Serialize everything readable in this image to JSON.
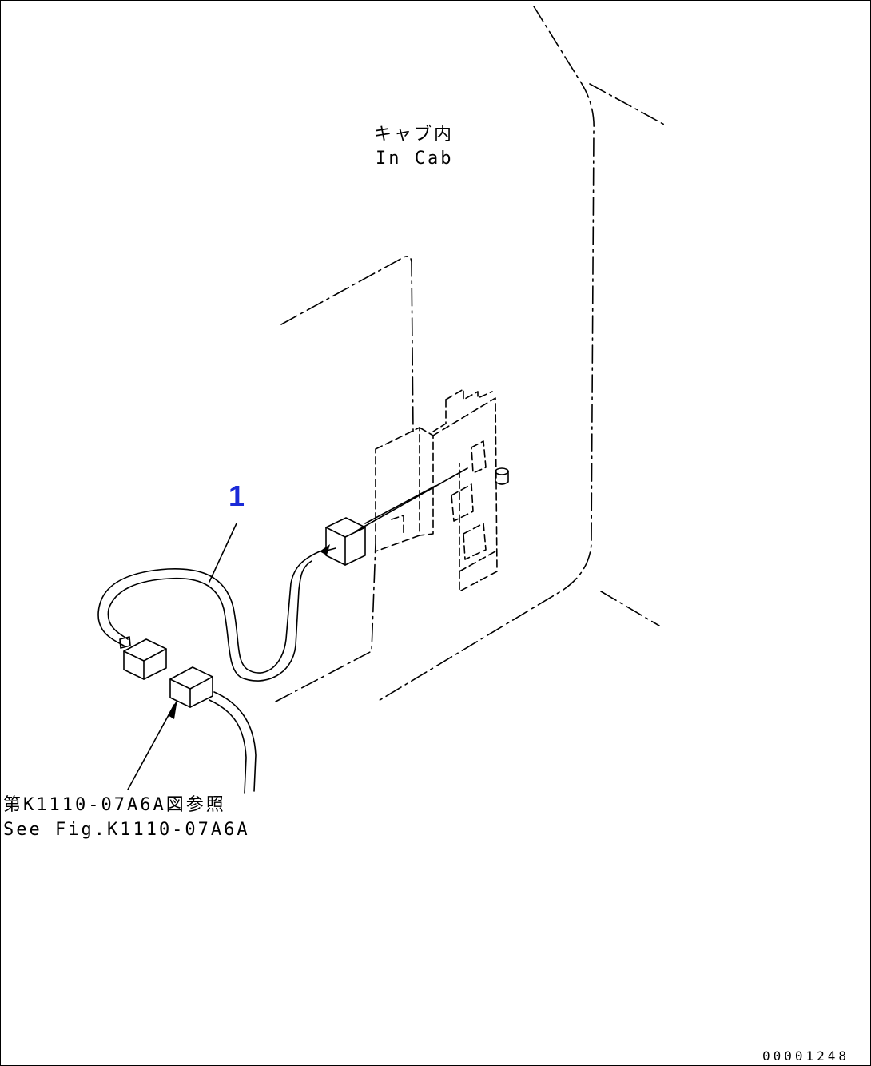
{
  "location_label": {
    "japanese": "キャブ内",
    "english": "In Cab"
  },
  "reference_note": {
    "japanese": "第K1110-07A6A図参照",
    "english": "See Fig.K1110-07A6A"
  },
  "part_callout": "1",
  "drawing_number": "00001248",
  "colors": {
    "line": "#000000",
    "callout": "#1a2ad8",
    "background": "#ffffff"
  }
}
